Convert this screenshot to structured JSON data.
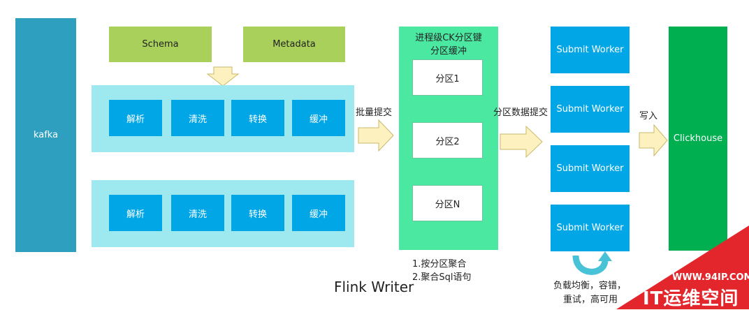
{
  "kafka": {
    "label": "kafka",
    "color": "#2e9fbf"
  },
  "schema": {
    "label": "Schema"
  },
  "metadata": {
    "label": "Metadata"
  },
  "pipeline_rows": [
    {
      "steps": [
        "解析",
        "清洗",
        "转换",
        "缓冲"
      ]
    },
    {
      "steps": [
        "解析",
        "清洗",
        "转换",
        "缓冲"
      ]
    }
  ],
  "batch_submit": {
    "label": "批量提交"
  },
  "partition_container": {
    "title_line1": "进程级CK分区键",
    "title_line2": "分区缓冲",
    "partitions": [
      "分区1",
      "分区2",
      "分区N"
    ],
    "note_line1": "1.按分区聚合",
    "note_line2": "2.聚合Sql语句"
  },
  "partition_submit": {
    "label": "分区数据提交"
  },
  "submit_workers": [
    "Submit Worker",
    "Submit Worker",
    "Submit Worker",
    "Submit Worker"
  ],
  "workers_note": {
    "line1": "负载均衡，容错，",
    "line2": "重试，高可用"
  },
  "write": {
    "label": "写入"
  },
  "clickhouse": {
    "label": "Clickhouse"
  },
  "footer": {
    "title": "Flink Writer"
  },
  "watermark": {
    "url": "WWW.94IP.COM",
    "brand": "IT运维空间"
  },
  "colors": {
    "green_box": "#a9d05a",
    "pipeline_bg": "#9de9ef",
    "step_blue": "#00a6e6",
    "partition_green": "#4be8a2",
    "clickhouse_green": "#00b050",
    "arrow_fill": "#fdf2bf",
    "arrow_stroke": "#c9b86a",
    "watermark_red": "#e3262c"
  }
}
